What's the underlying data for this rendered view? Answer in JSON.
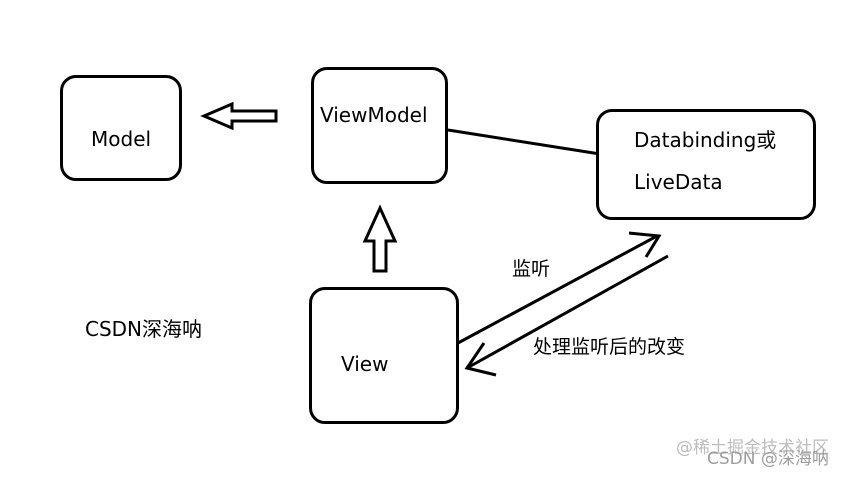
{
  "nodes": {
    "model": "Model",
    "viewmodel": "ViewModel",
    "view": "View",
    "databinding_line1": "Databinding或",
    "databinding_line2": "LiveData"
  },
  "edges": {
    "listen": "监听",
    "handle_change": "处理监听后的改变"
  },
  "caption": "CSDN深海呐",
  "watermark": {
    "juejin": "@稀土掘金技术社区",
    "csdn": "CSDN @深海呐"
  }
}
